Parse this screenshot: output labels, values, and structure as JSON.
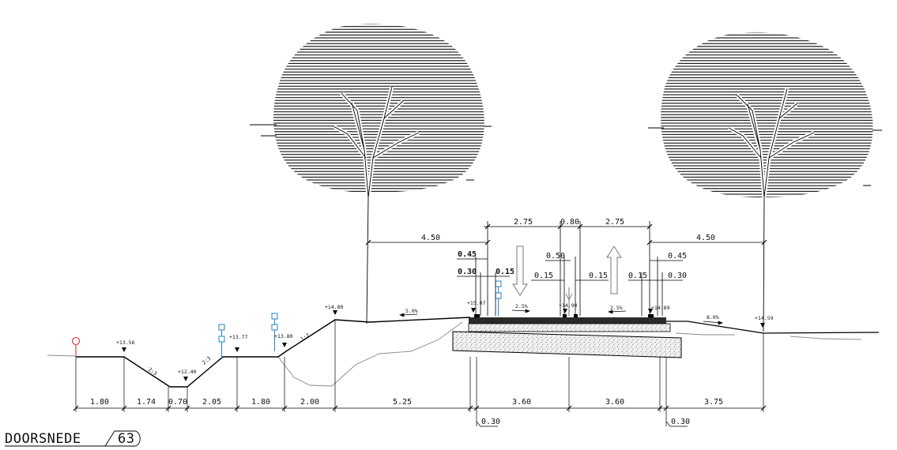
{
  "title": {
    "label": "DOORSNEDE",
    "number": "63"
  },
  "bottom_dimensions": [
    "1.80",
    "1.74",
    "0.70",
    "2.05",
    "1.80",
    "2.00",
    "5.25",
    "3.60",
    "3.60",
    "3.75"
  ],
  "sub_dimensions": [
    "0.30",
    "0.30"
  ],
  "top_dimensions": {
    "lane_left": "2.75",
    "median": "0.80",
    "lane_right": "2.75",
    "tree_offset_left": "4.50",
    "tree_offset_right": "4.50"
  },
  "detail_dimensions": {
    "left_outer_top": "0.45",
    "left_outer_bottom": "0.30",
    "left_inner": "0.15",
    "median_top": "0.50",
    "median_left": "0.15",
    "median_right": "0.15",
    "right_inner": "0.15",
    "right_outer_top": "0.45",
    "right_outer_bottom": "0.30"
  },
  "levels": [
    "+13.56",
    "+12.40",
    "+13.77",
    "+13.80",
    "+14.80",
    "+15.07",
    "+14.90",
    "+14.89",
    "+14.59"
  ],
  "slopes": [
    "2:3",
    "2:3",
    "1:2",
    "5.0%",
    "2.5%",
    "2.5%",
    "8.0%"
  ],
  "colors": {
    "line": "#000000",
    "ground": "#8a8a8a",
    "signs": "#1f86c8",
    "marker": "#e03030"
  }
}
